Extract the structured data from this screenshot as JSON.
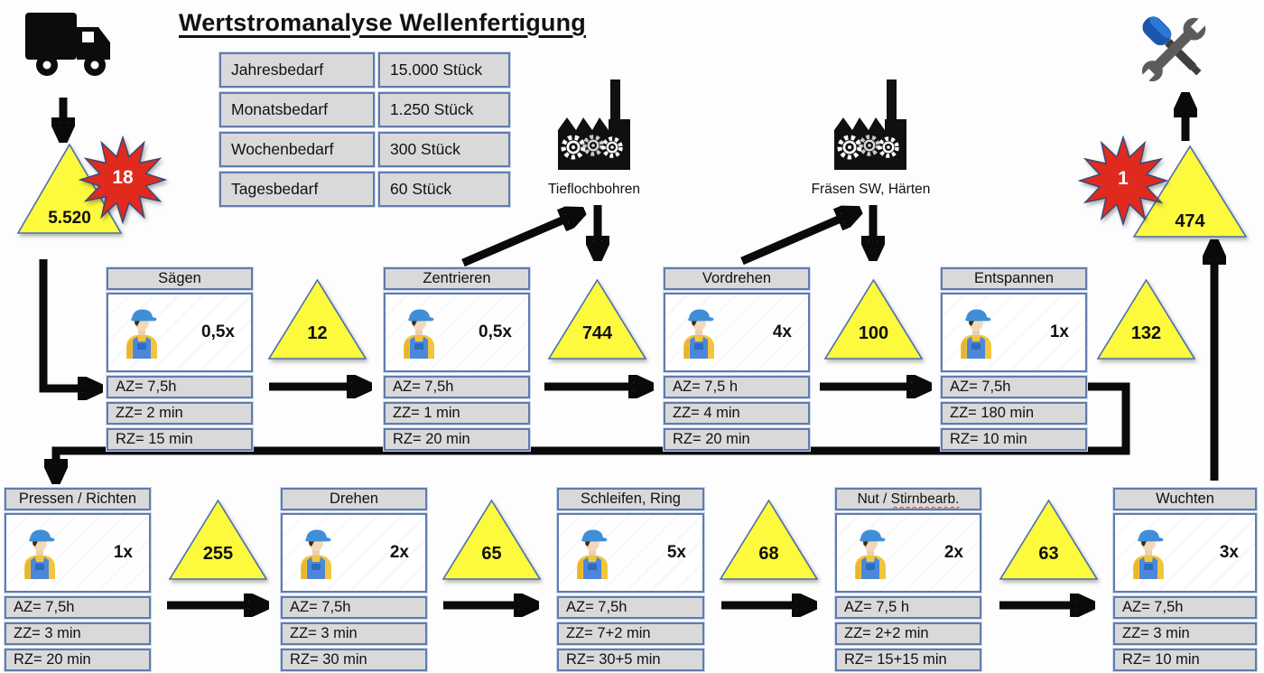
{
  "title": "Wertstromanalyse Wellenfertigung",
  "demand_table": {
    "rows": [
      {
        "label": "Jahresbedarf",
        "value": "15.000 Stück"
      },
      {
        "label": "Monatsbedarf",
        "value": "1.250 Stück"
      },
      {
        "label": "Wochenbedarf",
        "value": "300 Stück"
      },
      {
        "label": "Tagesbedarf",
        "value": "60 Stück"
      }
    ]
  },
  "external_processes": [
    {
      "label": "Tieflochbohren"
    },
    {
      "label": "Fräsen SW, Härten"
    }
  ],
  "incoming": {
    "inventory": "5.520",
    "burst": "18"
  },
  "outgoing": {
    "inventory": "474",
    "burst": "1"
  },
  "inventories": [
    "12",
    "744",
    "100",
    "132",
    "255",
    "65",
    "68",
    "63"
  ],
  "processes": [
    {
      "title": "Sägen",
      "capacity": "0,5x",
      "az": "AZ= 7,5h",
      "zz": "ZZ= 2 min",
      "rz": "RZ= 15 min"
    },
    {
      "title": "Zentrieren",
      "capacity": "0,5x",
      "az": "AZ= 7,5h",
      "zz": "ZZ= 1 min",
      "rz": "RZ= 20 min"
    },
    {
      "title": "Vordrehen",
      "capacity": "4x",
      "az": "AZ= 7,5 h",
      "zz": "ZZ= 4 min",
      "rz": "RZ= 20 min"
    },
    {
      "title": "Entspannen",
      "capacity": "1x",
      "az": "AZ= 7,5h",
      "zz": "ZZ= 180 min",
      "rz": "RZ= 10 min"
    },
    {
      "title": "Pressen / Richten",
      "capacity": "1x",
      "az": "AZ= 7,5h",
      "zz": "ZZ= 3 min",
      "rz": "RZ= 20 min"
    },
    {
      "title": "Drehen",
      "capacity": "2x",
      "az": "AZ= 7,5h",
      "zz": "ZZ= 3 min",
      "rz": "RZ= 30 min"
    },
    {
      "title": "Schleifen, Ring",
      "capacity": "5x",
      "az": "AZ= 7,5h",
      "zz": "ZZ= 7+2 min",
      "rz": "RZ= 30+5 min"
    },
    {
      "title": "Nut / Stirnbearb.",
      "title_parts": [
        "Nut / ",
        "Stirnbearb."
      ],
      "capacity": "2x",
      "az": "AZ= 7,5 h",
      "zz": "ZZ= 2+2 min",
      "rz": "RZ= 15+15 min"
    },
    {
      "title": "Wuchten",
      "capacity": "3x",
      "az": "AZ= 7,5h",
      "zz": "ZZ= 3 min",
      "rz": "RZ= 10 min"
    }
  ],
  "icons": {
    "incoming": "truck-icon",
    "external": "factory-icon",
    "outgoing": "tools-icon",
    "operator": "worker-icon",
    "inventory_shape": "yellow-triangle",
    "alert_shape": "red-starburst"
  },
  "colors": {
    "cell_gray": "#d9d9d9",
    "border_blue": "#5f7cae",
    "triangle_yellow": "#fdfa3e",
    "burst_red": "#e02a1e",
    "line_black": "#0a0a0a"
  }
}
